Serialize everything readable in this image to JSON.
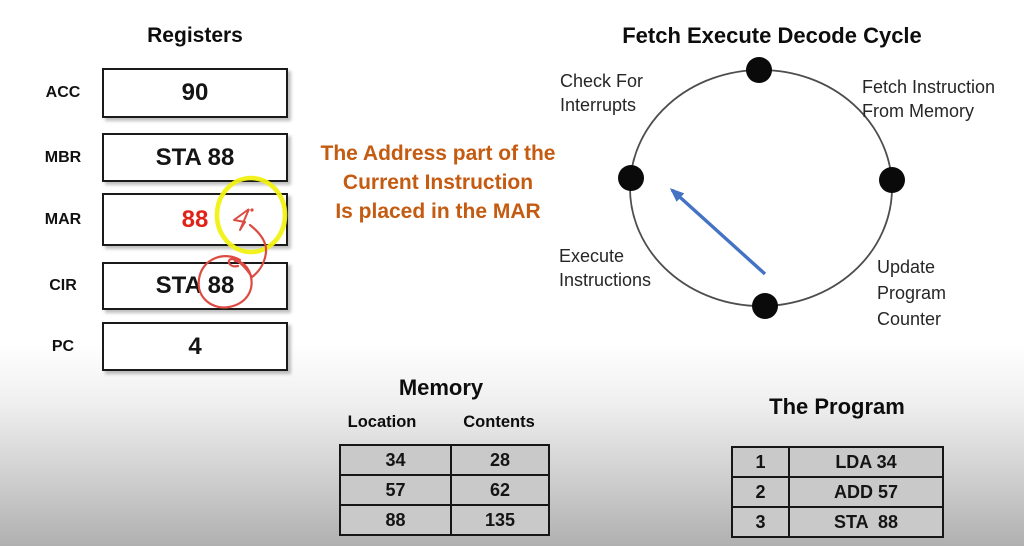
{
  "registers": {
    "title": "Registers",
    "rows": [
      {
        "label": "ACC",
        "value": "90"
      },
      {
        "label": "MBR",
        "value": "STA 88"
      },
      {
        "label": "MAR",
        "value": "88"
      },
      {
        "label": "CIR",
        "value": "STA 88"
      },
      {
        "label": "PC",
        "value": "4"
      }
    ]
  },
  "note": {
    "lines": [
      "The Address part of the",
      "Current Instruction",
      "Is placed in the MAR"
    ]
  },
  "cycle": {
    "title": "Fetch Execute Decode Cycle",
    "stages": [
      {
        "position": "top-left",
        "lines": [
          "Check For",
          "Interrupts"
        ]
      },
      {
        "position": "top-right",
        "lines": [
          "Fetch Instruction",
          "From Memory"
        ]
      },
      {
        "position": "bottom-left",
        "lines": [
          "Execute",
          "Instructions"
        ]
      },
      {
        "position": "bottom-right",
        "lines": [
          "Update",
          "Program",
          "Counter"
        ]
      }
    ]
  },
  "memory": {
    "title": "Memory",
    "headers": [
      "Location",
      "Contents"
    ],
    "rows": [
      [
        "34",
        "28"
      ],
      [
        "57",
        "62"
      ],
      [
        "88",
        "135"
      ]
    ]
  },
  "program": {
    "title": "The Program",
    "rows": [
      {
        "line": "1",
        "instruction": "LDA 34",
        "highlight": false
      },
      {
        "line": "2",
        "instruction": "ADD 57",
        "highlight": false
      },
      {
        "line": "3",
        "instruction": "STA  88",
        "highlight": true
      }
    ]
  },
  "colors": {
    "note_orange": "#C55A11",
    "mar_value_red": "#E02318",
    "program_highlight_red": "#C9241C",
    "arrow_blue": "#4472C4",
    "annotation_yellow": "#F1F112",
    "annotation_red": "#DC4A41",
    "table_cell_gray": "#C9C9C9"
  }
}
